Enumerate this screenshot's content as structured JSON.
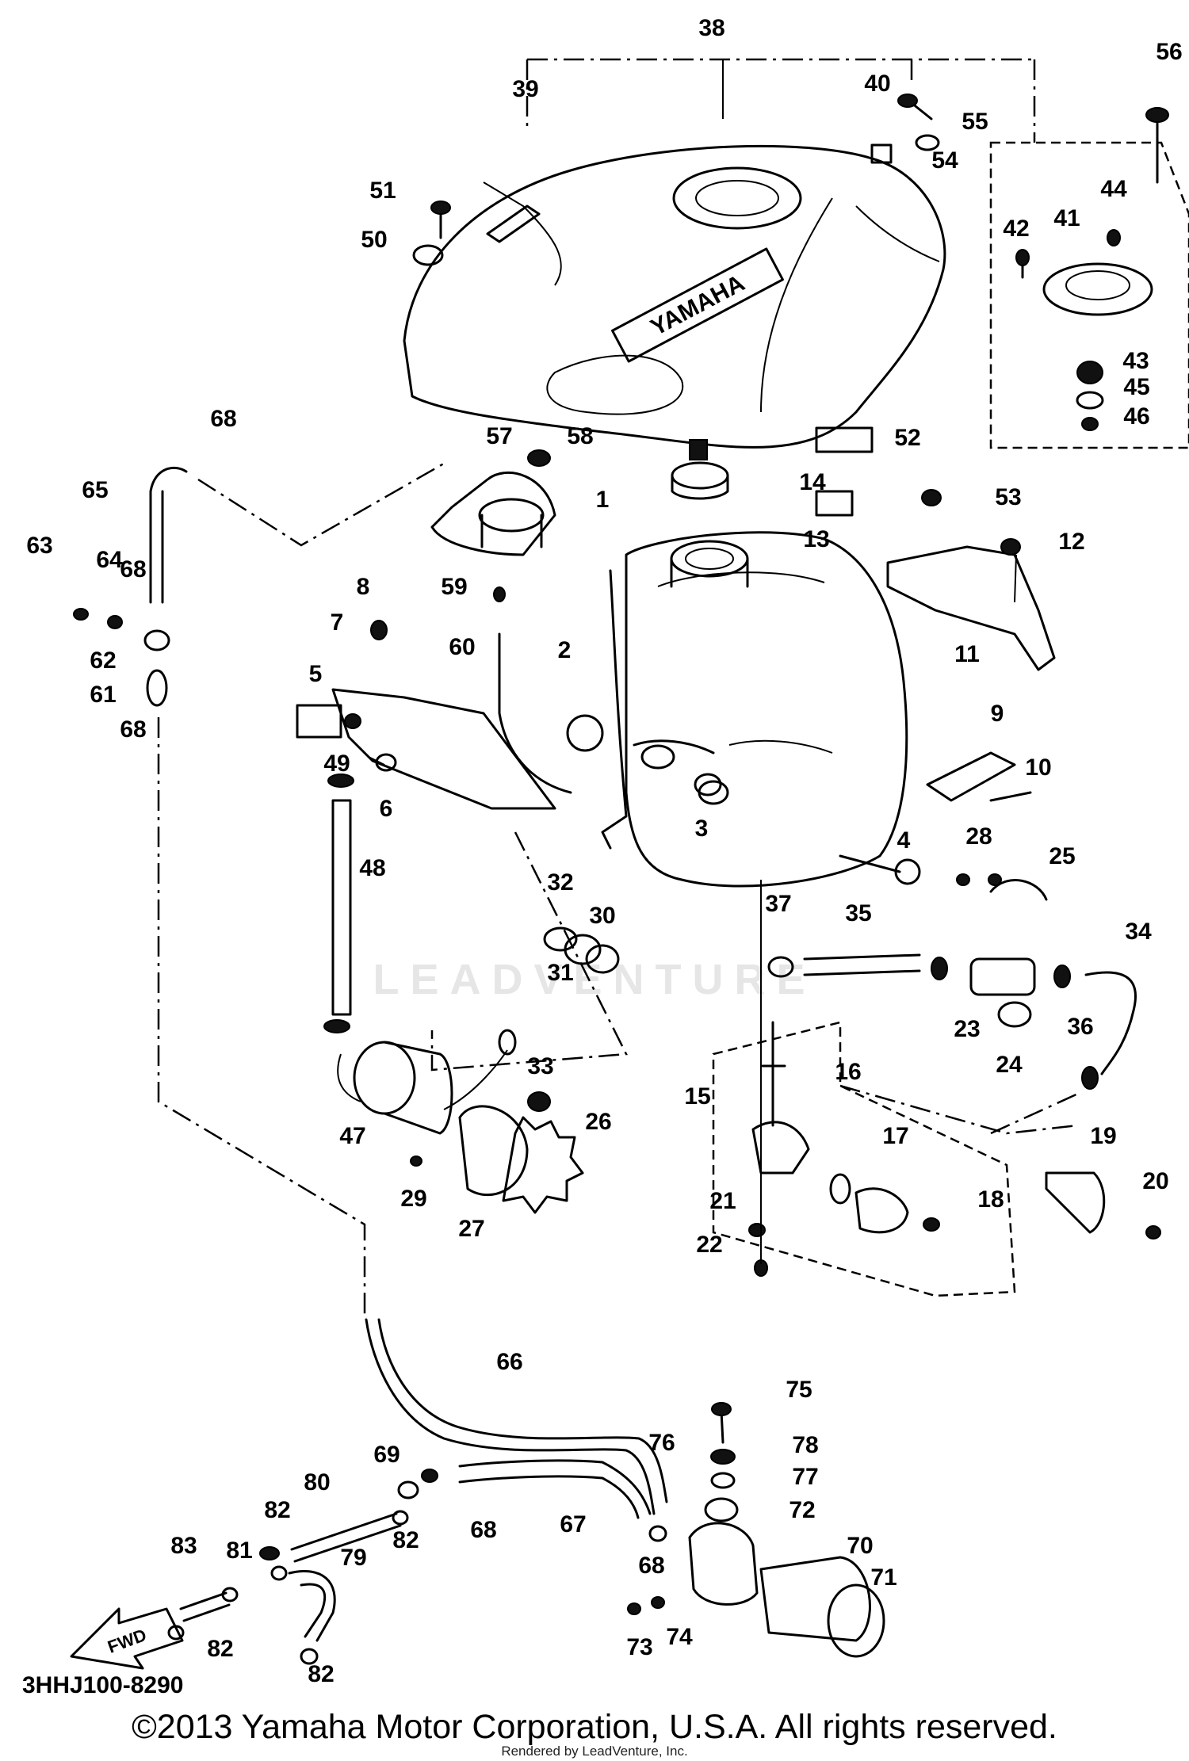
{
  "callouts": [
    "1",
    "2",
    "3",
    "4",
    "5",
    "6",
    "7",
    "8",
    "9",
    "10",
    "11",
    "12",
    "13",
    "14",
    "15",
    "16",
    "17",
    "18",
    "19",
    "20",
    "21",
    "22",
    "23",
    "24",
    "25",
    "26",
    "27",
    "28",
    "29",
    "30",
    "31",
    "32",
    "33",
    "34",
    "35",
    "36",
    "37",
    "38",
    "39",
    "40",
    "41",
    "42",
    "43",
    "44",
    "45",
    "46",
    "47",
    "48",
    "49",
    "50",
    "51",
    "52",
    "53",
    "54",
    "55",
    "56",
    "57",
    "58",
    "59",
    "60",
    "61",
    "62",
    "63",
    "64",
    "65",
    "66",
    "67",
    "68",
    "69",
    "70",
    "71",
    "72",
    "73",
    "74",
    "75",
    "76",
    "77",
    "78",
    "79",
    "80",
    "81",
    "82",
    "83"
  ],
  "emblem_text": "YAMAHA",
  "watermark": "LEADVENTURE",
  "arrow_text": "FWD",
  "diagram_ref": "3HHJ100-8290",
  "copyright": "©2013 Yamaha Motor Corporation, U.S.A. All rights reserved.",
  "rendered_by": "Rendered by LeadVenture, Inc."
}
